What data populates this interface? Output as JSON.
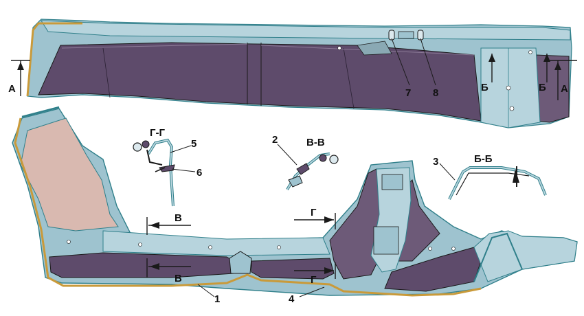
{
  "palette": {
    "panel_blue": "#9ec3cf",
    "panel_blue_light": "#b7d4dd",
    "cavity_purple": "#5e4b6b",
    "cavity_purple_mid": "#6d5a78",
    "seal_gold": "#c99a3a",
    "edge_teal": "#2f7f8a",
    "window_pink": "#d9b9b0",
    "line_dark": "#1a1a1a"
  },
  "callouts": {
    "n1": "1",
    "n2": "2",
    "n3": "3",
    "n4": "4",
    "n5": "5",
    "n6": "6",
    "n7": "7",
    "n8": "8"
  },
  "sections": {
    "gg": "Г-Г",
    "vv": "В-В",
    "bb": "Б-Б"
  },
  "arrows": {
    "a_left": "А",
    "a_right": "А",
    "b_left": "Б",
    "b_right": "Б",
    "v_upper": "В",
    "v_lower": "В",
    "g_upper": "Г",
    "g_lower": "Г"
  }
}
